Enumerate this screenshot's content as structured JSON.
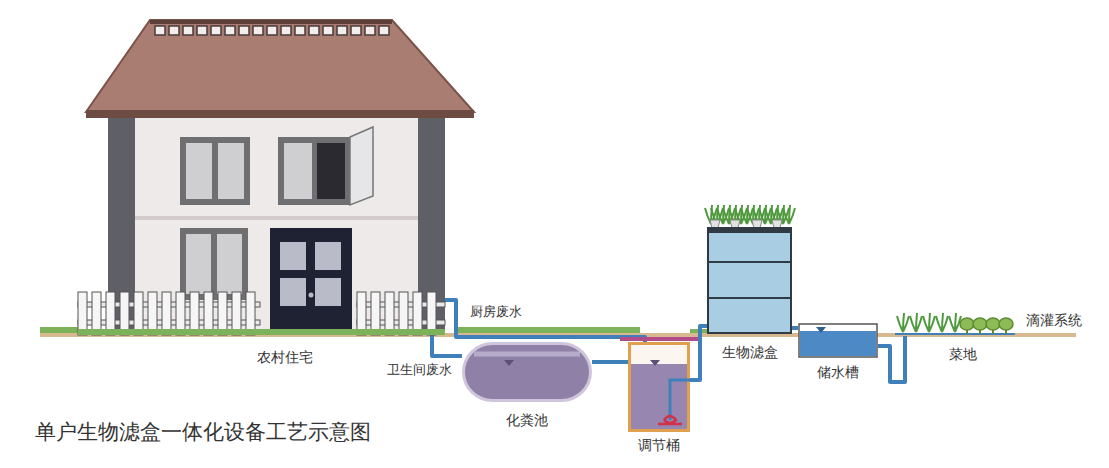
{
  "diagram": {
    "title": "单户生物滤盒一体化设备工艺示意图",
    "nodes": [
      {
        "text": [
          "农村住宅"
        ]
      },
      {
        "text": [
          "化粪池"
        ]
      },
      {
        "text": [
          "调节桶"
        ]
      },
      {
        "text": [
          "生物滤盒"
        ]
      },
      {
        "text": [
          "储水槽"
        ]
      },
      {
        "text": [
          "菜地"
        ]
      }
    ],
    "edges": [
      {
        "from": 0,
        "to": 1,
        "arrow": "none",
        "label": "卫生间废水"
      },
      {
        "from": 0,
        "to": 2,
        "arrow": "none",
        "label": "厨房废水"
      },
      {
        "from": 1,
        "to": 2,
        "arrow": "none"
      },
      {
        "from": 2,
        "to": 3,
        "arrow": "none"
      },
      {
        "from": 3,
        "to": 4,
        "arrow": "none"
      },
      {
        "from": 4,
        "to": 5,
        "arrow": "none"
      }
    ],
    "labels": [
      "滴灌系统"
    ]
  }
}
